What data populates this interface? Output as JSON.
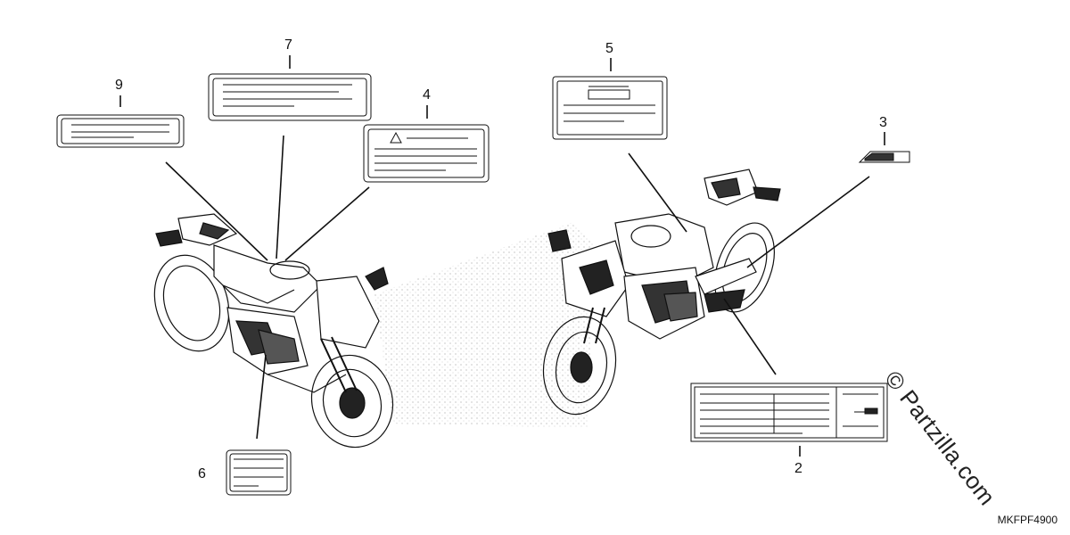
{
  "callouts": [
    {
      "id": "9",
      "label": "9"
    },
    {
      "id": "7",
      "label": "7"
    },
    {
      "id": "4",
      "label": "4"
    },
    {
      "id": "5",
      "label": "5"
    },
    {
      "id": "3",
      "label": "3"
    },
    {
      "id": "6",
      "label": "6"
    },
    {
      "id": "2",
      "label": "2"
    }
  ],
  "diagram_code": "MKFPF4900",
  "watermark": "© Partzilla.com",
  "line_color": "#111111"
}
